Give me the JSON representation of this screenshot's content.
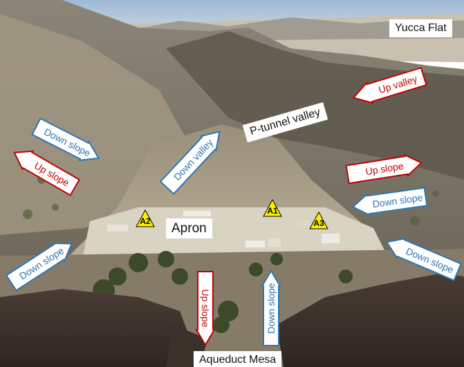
{
  "labels": {
    "yucca_flat": "Yucca Flat",
    "p_tunnel_valley": "P-tunnel valley",
    "apron": "Apron",
    "aqueduct_mesa": "Aqueduct Mesa"
  },
  "arrows": {
    "up_valley": "Up valley",
    "down_slope_left_upper": "Down slope",
    "up_slope_left": "Up slope",
    "down_valley": "Down valley",
    "up_slope_right": "Up slope",
    "down_slope_right_mid": "Down slope",
    "down_slope_left_lower": "Down slope",
    "down_slope_right_lower": "Down slope",
    "up_slope_bottom": "Up slope",
    "down_slope_bottom": "Down slope"
  },
  "markers": {
    "a1": "A1",
    "a2": "A2",
    "a3": "A3"
  },
  "colors": {
    "up_arrow_text": "#c00000",
    "down_arrow_text": "#2e75b6",
    "marker_fill": "#ffee00"
  }
}
